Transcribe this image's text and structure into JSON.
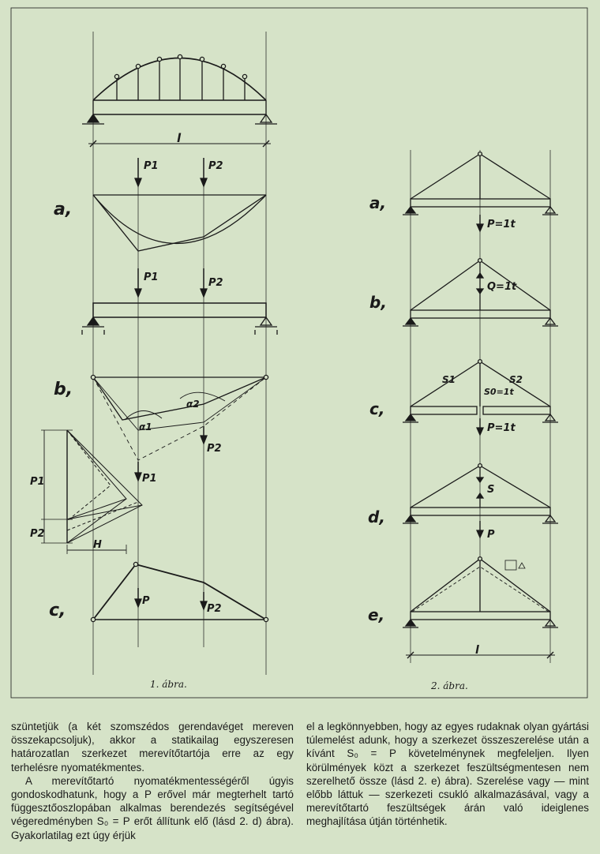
{
  "figure1": {
    "span_label": "l",
    "part_labels": {
      "a": "a,",
      "b": "b,",
      "c": "c,"
    },
    "loads": {
      "p1": "P1",
      "p2": "P2",
      "p": "P"
    },
    "angles": {
      "alpha1": "α1",
      "alpha2": "α2"
    },
    "polygon_labels": {
      "p1": "P1",
      "p2": "P2",
      "h": "H"
    },
    "caption": "1. ábra."
  },
  "figure2": {
    "part_labels": {
      "a": "a,",
      "b": "b,",
      "c": "c,",
      "d": "d,",
      "e": "e,"
    },
    "load_a": "P=1t",
    "load_b": "Q=1t",
    "s1": "S1",
    "s2": "S2",
    "s0": "S0=1t",
    "load_c": "P=1t",
    "s_d": "S",
    "load_d": "P",
    "span_label": "l",
    "caption": "2. ábra."
  },
  "text": {
    "left_p1": "szüntetjük (a két szomszédos gerendavéget mereven összekapcsoljuk), akkor a statikailag egyszeresen határozatlan szerkezet merevítőtartója erre az egy terhelésre nyomatékmentes.",
    "left_p2": "A merevítőtartó nyomatékmentességéről úgyis gondoskodhatunk, hogy a P erővel már megterhelt tartó függesztőoszlopában alkalmas berendezés segítségével végeredményben S₀ = P erőt állítunk elő (lásd 2. d) ábra). Gyakorlatilag ezt úgy érjük",
    "right_p1": "el a legkönnyebben, hogy az egyes rudaknak olyan gyártási túlemelést adunk, hogy a szerkezet összeszerelése után a kívánt S₀ = P követelménynek megfeleljen. Ilyen körülmények közt a szerkezet feszültségmentesen nem szerelhető össze (lásd 2. e) ábra). Szerelése vagy — mint előbb láttuk — szerkezeti csukló alkalmazásával, vagy a merevítőtartó feszültségek árán való ideiglenes meghajlítása útján történhetik."
  }
}
